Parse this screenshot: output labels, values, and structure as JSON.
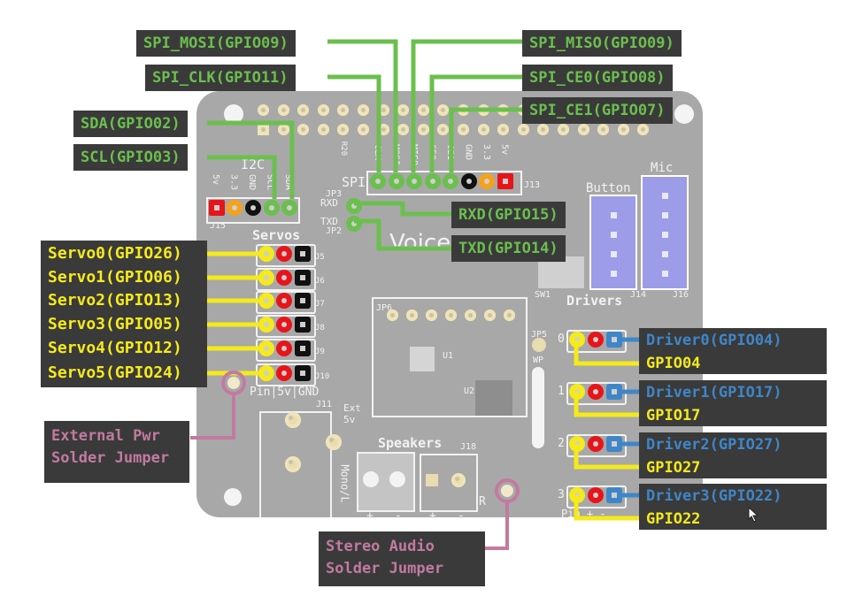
{
  "colors": {
    "board": "#a8a8a8",
    "label_bg": "#3a3a3a",
    "spi_i2c_uart": "#6bbf4e",
    "servo_gpio": "#f5ea1a",
    "driver": "#3f86c9",
    "jumper": "#c27aa0"
  },
  "spi_labels": {
    "mosi": "SPI_MOSI(GPIO09)",
    "clk": "SPI_CLK(GPIO11)",
    "miso": "SPI_MISO(GPIO09)",
    "ce0": "SPI_CE0(GPIO08)",
    "ce1": "SPI_CE1(GPIO07)"
  },
  "i2c_labels": {
    "sda": "SDA(GPIO02)",
    "scl": "SCL(GPIO03)"
  },
  "uart_labels": {
    "rxd": "RXD(GPIO15)",
    "txd": "TXD(GPIO14)"
  },
  "servos": [
    {
      "label": "Servo0(GPIO26)",
      "index": "0",
      "jumper": "J5"
    },
    {
      "label": "Servo1(GPIO06)",
      "index": "1",
      "jumper": "J6"
    },
    {
      "label": "Servo2(GPIO13)",
      "index": "2",
      "jumper": "J7"
    },
    {
      "label": "Servo3(GPIO05)",
      "index": "3",
      "jumper": "J8"
    },
    {
      "label": "Servo4(GPIO12)",
      "index": "4",
      "jumper": "J9"
    },
    {
      "label": "Servo5(GPIO24)",
      "index": "5",
      "jumper": "J10"
    }
  ],
  "drivers": [
    {
      "label": "Driver0(GPIO04)",
      "gpio": "GPIO04",
      "index": "0"
    },
    {
      "label": "Driver1(GPIO17)",
      "gpio": "GPIO17",
      "index": "1"
    },
    {
      "label": "Driver2(GPIO27)",
      "gpio": "GPIO27",
      "index": "2"
    },
    {
      "label": "Driver3(GPIO22)",
      "gpio": "GPIO22",
      "index": "3"
    }
  ],
  "jumper_labels": {
    "ext_pwr_line1": "External Pwr",
    "ext_pwr_line2": "Solder Jumper",
    "stereo_line1": "Stereo Audio",
    "stereo_line2": "Solder Jumper"
  },
  "silkscreen": {
    "i2c": "I2C",
    "i2c_pins": [
      "5v",
      "3.3",
      "GND",
      "SCL",
      "SDA"
    ],
    "i2c_ref": "J15",
    "spi": "SPI",
    "spi_pins": [
      "CLK",
      "MOSI",
      "MISO",
      "CE0",
      "CE1",
      "GND",
      "3.3",
      "5v"
    ],
    "spi_ref": "J13",
    "jp3": "JP3",
    "rxd": "RXD",
    "txd": "TXD",
    "jp2": "JP2",
    "voice": "Voice",
    "servos": "Servos",
    "servo_footer": "Pin|5v|GND",
    "button": "Button",
    "mic": "Mic",
    "j14": "J14",
    "j16": "J16",
    "sw1": "SW1",
    "drivers": "Drivers",
    "driver_footer": "Pin + -",
    "speakers": "Speakers",
    "mono": "Mono/L",
    "r": "R",
    "j18": "J18",
    "ext5v": "Ext 5v",
    "j11": "J11",
    "jp6": "JP6",
    "u1": "U1",
    "u2": "U2",
    "jp5": "JP5",
    "wp": "WP",
    "r20": "R20",
    "spk_plus_minus": [
      "+",
      "-",
      "+",
      "-"
    ]
  }
}
